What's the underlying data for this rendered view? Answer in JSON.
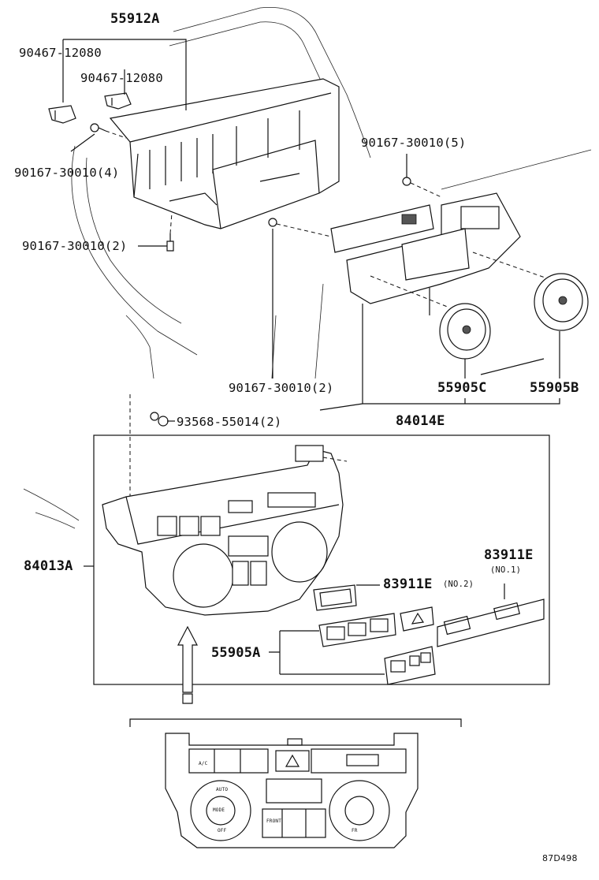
{
  "diagram": {
    "labels": {
      "l_55912A": "55912A",
      "l_90467a": "90467-12080",
      "l_90467b": "90467-12080",
      "l_90167_4": "90167-30010(4)",
      "l_90167_2a": "90167-30010(2)",
      "l_90167_5": "90167-30010(5)",
      "l_90167_2b": "90167-30010(2)",
      "l_55905C": "55905C",
      "l_55905B": "55905B",
      "l_93568": "93568-55014(2)",
      "l_84014E": "84014E",
      "l_84013A": "84013A",
      "l_83911E_top": "83911E",
      "l_no1": "(NO.1)",
      "l_83911E_mid": "83911E",
      "l_no2": "(NO.2)",
      "l_55905A": "55905A",
      "l_ref": "87D498"
    },
    "panel_text": {
      "ac": "A/C",
      "auto": "AUTO",
      "mode": "MODE",
      "off": "OFF",
      "front": "FRONT",
      "fr": "FR"
    }
  }
}
